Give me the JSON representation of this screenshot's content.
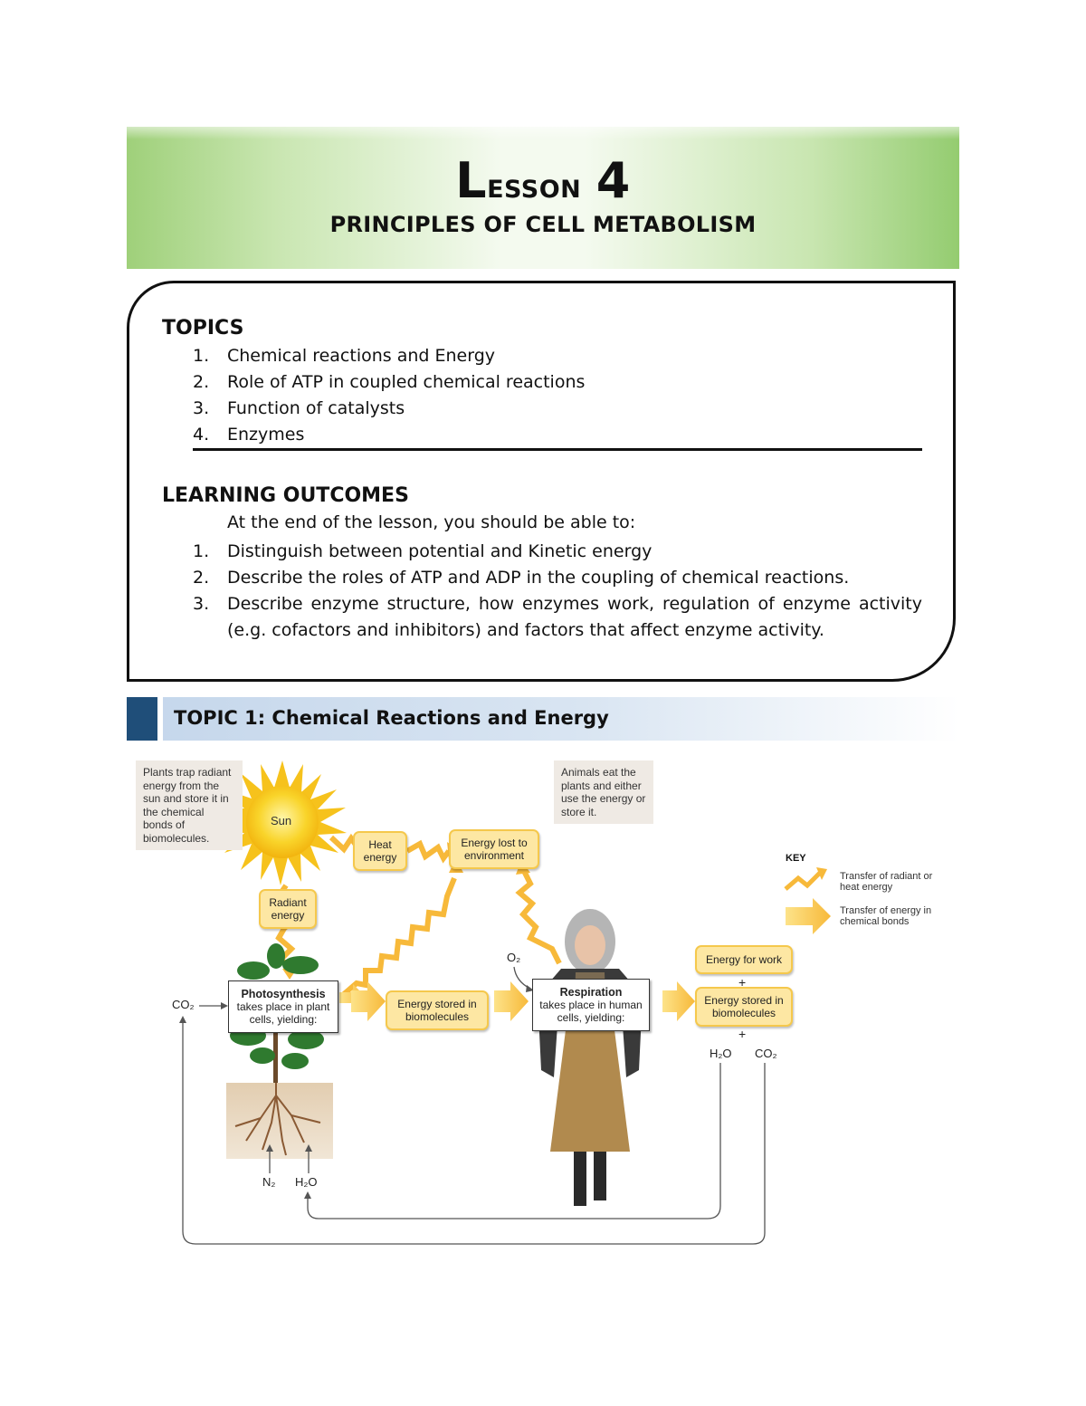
{
  "header": {
    "lesson_L": "L",
    "lesson_esson": "esson",
    "lesson_num": "4",
    "subtitle": "PRINCIPLES OF CELL METABOLISM"
  },
  "topics": {
    "heading": "TOPICS",
    "items": [
      {
        "num": "1.",
        "text": "Chemical reactions and Energy"
      },
      {
        "num": "2.",
        "text": "Role of ATP in coupled chemical reactions"
      },
      {
        "num": "3.",
        "text": "Function of catalysts"
      },
      {
        "num": "4.",
        "text": "Enzymes"
      }
    ]
  },
  "outcomes": {
    "heading": "LEARNING OUTCOMES",
    "intro": "At the end of the lesson, you should be able to:",
    "items": [
      {
        "num": "1.",
        "text": "Distinguish between potential and Kinetic energy"
      },
      {
        "num": "2.",
        "text": "Describe the roles of ATP and ADP in the coupling of chemical reactions."
      },
      {
        "num": "3.",
        "text": "Describe enzyme structure, how enzymes work, regulation of enzyme activity (e.g. cofactors and inhibitors) and factors that affect enzyme activity."
      }
    ]
  },
  "topic_bar": {
    "label": "TOPIC 1: Chemical Reactions and Energy"
  },
  "diagram": {
    "plants_note": "Plants trap radiant energy from the sun and store it in the chemical bonds of biomolecules.",
    "animals_note": "Animals eat the plants and either use the energy or store it.",
    "sun": "Sun",
    "heat_energy": "Heat energy",
    "energy_lost": "Energy lost to environment",
    "radiant_energy": "Radiant energy",
    "photosynthesis_title": "Photosynthesis",
    "photosynthesis_text": "takes place in plant cells, yielding:",
    "energy_stored_1": "Energy stored in biomolecules",
    "respiration_title": "Respiration",
    "respiration_text": "takes place in human cells, yielding:",
    "energy_for_work": "Energy for work",
    "energy_stored_2": "Energy stored in biomolecules",
    "plus1": "+",
    "plus2": "+",
    "co2_in": "CO₂",
    "o2": "O₂",
    "h2o_out": "H₂O",
    "co2_out": "CO₂",
    "n2": "N₂",
    "h2o_in": "H₂O",
    "key": {
      "title": "KEY",
      "radiant": "Transfer of radiant or heat energy",
      "chemical": "Transfer of energy in chemical bonds"
    },
    "colors": {
      "box_fill": "#fde7a3",
      "box_border": "#f5c84c",
      "arrow": "#f7b93a",
      "sun": "#f6c21c"
    }
  }
}
